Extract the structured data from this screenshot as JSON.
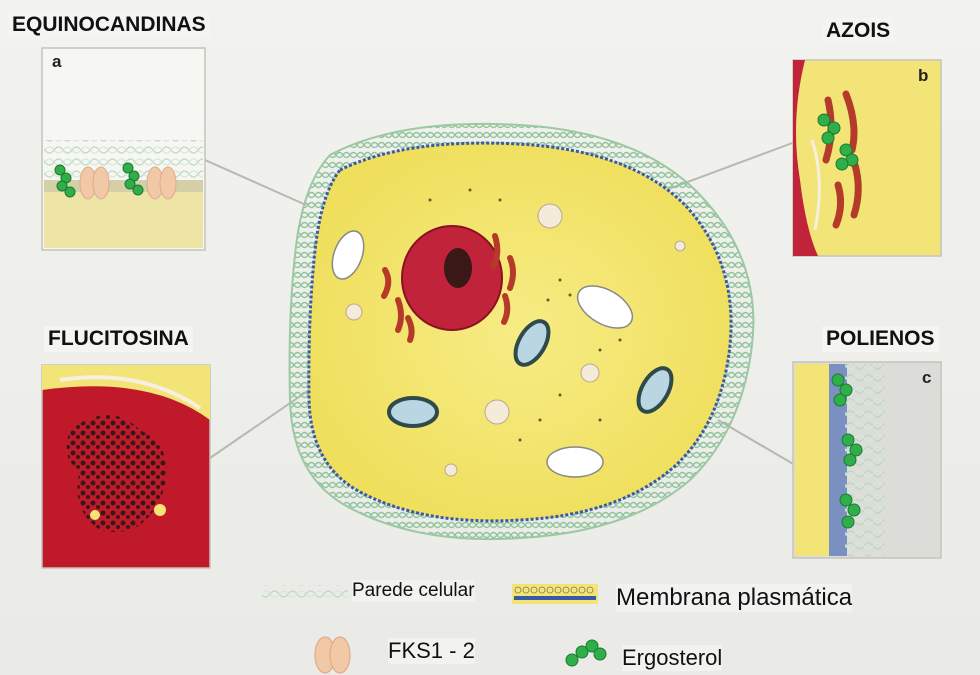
{
  "drug_labels": {
    "equinocandinas": "EQUINOCANDINAS",
    "azois": "AZOIS",
    "flucitosina": "FLUCITOSINA",
    "polienos": "POLIENOS"
  },
  "panel_letters": {
    "a": "a",
    "b": "b",
    "c": "c"
  },
  "legend": {
    "cell_wall": "Parede celular",
    "plasma_membrane": "Membrana plasmática",
    "fks": "FKS1 - 2",
    "ergosterol": "Ergosterol"
  },
  "colors": {
    "cytoplasm": "#f4e77a",
    "nucleus": "#c0233a",
    "cell_wall": "#a9d3b0",
    "vacuole": "#b9d6e2",
    "ergosterol": "#2fae4a",
    "fks": "#f2c9a6"
  }
}
